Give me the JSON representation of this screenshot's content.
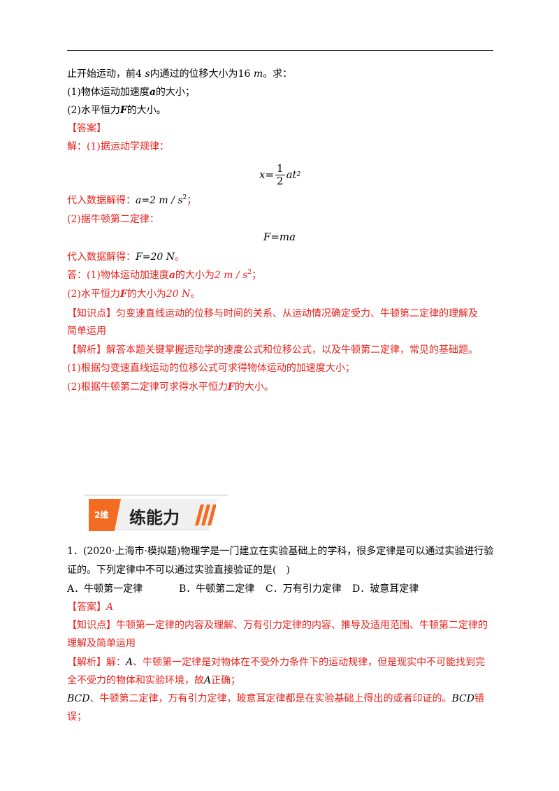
{
  "problem_cont": {
    "text_a": "止开始运动，前",
    "t_value": "4",
    "t_unit": "s",
    "text_b": "内通过的位移大小为",
    "x_value": "16",
    "x_unit": "m",
    "text_c": "。求：",
    "q1_num": "(1)",
    "q1_text_a": "物体运动加速度",
    "q1_var": "a",
    "q1_text_b": "的大小；",
    "q2_num": "(2)",
    "q2_text_a": "水平恒力",
    "q2_var": "F",
    "q2_text_b": "的大小。"
  },
  "answer1": {
    "tag": "【答案】",
    "sol_label": "解：",
    "s1_num": "(1)",
    "s1_text": "据运动学规律：",
    "formula1_lhs": "x=",
    "formula1_num": "1",
    "formula1_den": "2",
    "formula1_rhs": "at",
    "formula1_exp": "2",
    "r1_text": "代入数据解得：",
    "r1_expr": "a=2 m / s",
    "r1_exp": "2",
    "r1_end": "；",
    "s2_num": "(2)",
    "s2_text": "据牛顿第二定律：",
    "formula2": "F=ma",
    "r2_text": "代入数据解得：",
    "r2_expr": "F=20 N",
    "r2_end": "。",
    "ans_label": "答：",
    "a1_num": "(1)",
    "a1_text_a": "物体运动加速度",
    "a1_var": "a",
    "a1_text_b": "的大小为",
    "a1_val": "2 m / s",
    "a1_exp": "2",
    "a1_end": "；",
    "a2_num": "(2)",
    "a2_text_a": "水平恒力",
    "a2_var": "F",
    "a2_text_b": "的大小为",
    "a2_val": "20 N",
    "a2_end": "。",
    "kp_tag": "【知识点】",
    "kp_line1": "匀变速直线运动的位移与时间的关系、从运动情况确定受力、牛顿第二定律的理解及",
    "kp_line2": "简单运用",
    "an_tag": "【解析】",
    "an_text": "解答本题关键掌握运动学的速度公式和位移公式，以及牛顿第二定律，常见的基础题。",
    "an1_num": "(1)",
    "an1_text": "根据匀变速直线运动的位移公式可求得物体运动的加速度大小；",
    "an2_num": "(2)",
    "an2_text_a": "根据牛顿第二定律可求得水平恒力",
    "an2_var": "F",
    "an2_text_b": "的大小。"
  },
  "section": {
    "badge": "2维",
    "title": "练能力"
  },
  "q1": {
    "line1": "1．(2020·上海市·模拟题)物理学是一门建立在实验基础上的学科，很多定律是可以通过实验进行验",
    "line2": "证的。下列定律中不可以通过实验直接验证的是(　)",
    "opt_a": "A．牛顿第一定律",
    "opt_b": "B．牛顿第二定律",
    "opt_c": "C．万有引力定律",
    "opt_d": "D．玻意耳定律",
    "ans_tag": "【答案】",
    "ans_val": "A",
    "kp_tag": "【知识点】",
    "kp_line1": "牛顿第一定律的内容及理解、万有引力定律的内容、推导及适用范围、牛顿第二定律的",
    "kp_line2": "理解及简单运用",
    "an_tag": "【解析】",
    "an_lead": "解：",
    "an_var_a": "A",
    "an_line1": "、牛顿第一定律是对物体在不受外力条件下的运动规律，但是现实中不可能找到完",
    "an_line2a": "全不受力的物体和实验环境，故",
    "an_line2_var": "A",
    "an_line2b": "正确；",
    "an_var_bcd": "BCD",
    "an_line3": "、牛顿第二定律，万有引力定律，玻意耳定律都是在实验基础上得出的或者印证的。",
    "an_line3_var": "BCD",
    "an_line3_end": "错",
    "an_line4": "误；"
  },
  "colors": {
    "answer_red": "#e8211c",
    "banner_orange": "#f36c21"
  }
}
